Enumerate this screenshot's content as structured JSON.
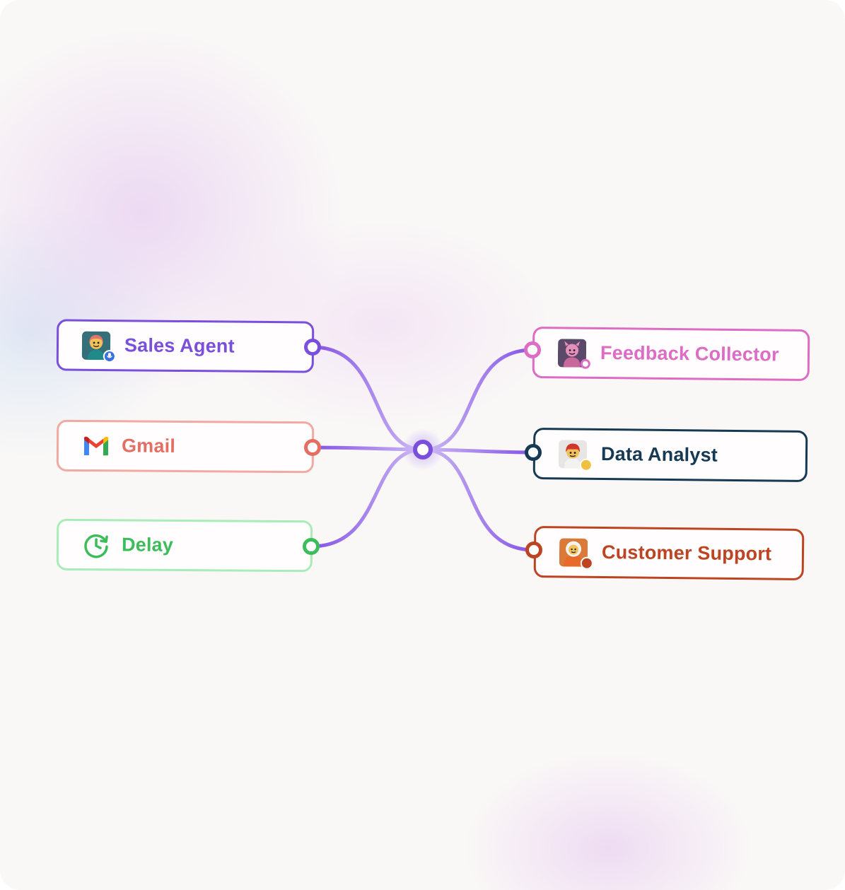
{
  "nodes": {
    "sales_agent": {
      "label": "Sales Agent",
      "color": "#7a4fdb",
      "icon": "lego-avatar-mic-icon"
    },
    "gmail": {
      "label": "Gmail",
      "color": "#e56e63",
      "icon": "gmail-icon"
    },
    "delay": {
      "label": "Delay",
      "color": "#3cbc5a",
      "icon": "clock-refresh-icon"
    },
    "feedback_collector": {
      "label": "Feedback Collector",
      "color": "#dc6cc4",
      "icon": "lego-avatar-pink-icon"
    },
    "data_analyst": {
      "label": "Data Analyst",
      "color": "#163a53",
      "icon": "lego-avatar-red-helmet-icon"
    },
    "customer_support": {
      "label": "Customer Support",
      "color": "#bd4422",
      "icon": "lego-avatar-astronaut-icon"
    }
  },
  "hub": {
    "color": "#7a4fdb"
  }
}
